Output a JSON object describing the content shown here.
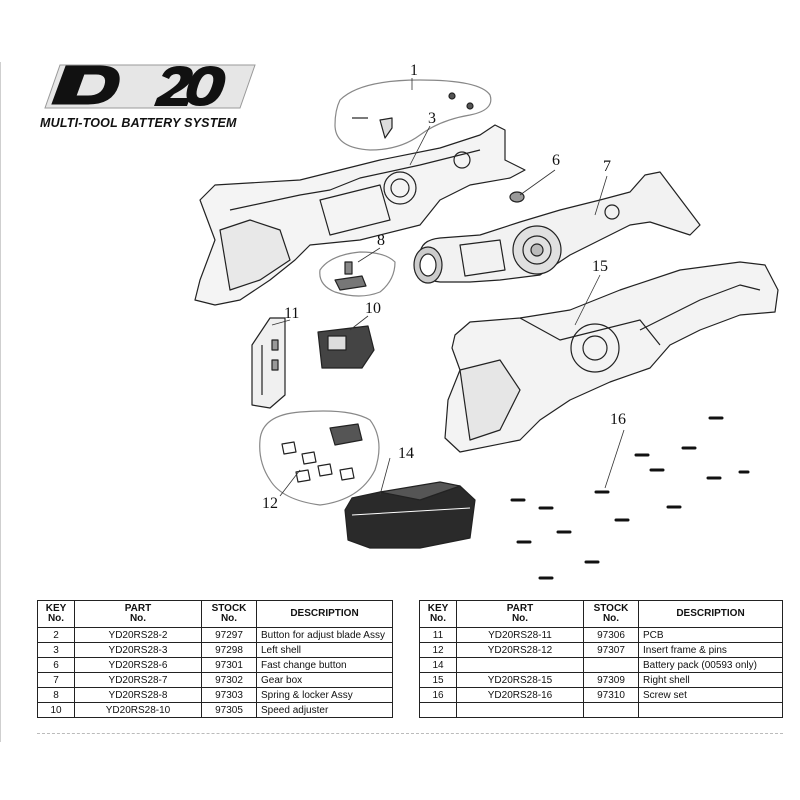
{
  "logo": {
    "mark": "D20",
    "tagline": "MULTI-TOOL BATTERY SYSTEM"
  },
  "callouts": [
    "1",
    "3",
    "6",
    "7",
    "8",
    "10",
    "11",
    "12",
    "14",
    "15",
    "16"
  ],
  "table_headers": {
    "key": "KEY No.",
    "part": "PART No.",
    "stock": "STOCK No.",
    "description": "DESCRIPTION"
  },
  "table_headers_lines": {
    "key_1": "KEY",
    "key_2": "No.",
    "part_1": "PART",
    "part_2": "No.",
    "stock_1": "STOCK",
    "stock_2": "No.",
    "desc": "DESCRIPTION"
  },
  "left_table": [
    {
      "key": "2",
      "part": "YD20RS28-2",
      "stock": "97297",
      "desc": "Button for adjust blade Assy"
    },
    {
      "key": "3",
      "part": "YD20RS28-3",
      "stock": "97298",
      "desc": "Left shell"
    },
    {
      "key": "6",
      "part": "YD20RS28-6",
      "stock": "97301",
      "desc": "Fast change button"
    },
    {
      "key": "7",
      "part": "YD20RS28-7",
      "stock": "97302",
      "desc": "Gear box"
    },
    {
      "key": "8",
      "part": "YD20RS28-8",
      "stock": "97303",
      "desc": "Spring & locker Assy"
    },
    {
      "key": "10",
      "part": "YD20RS28-10",
      "stock": "97305",
      "desc": "Speed adjuster"
    }
  ],
  "right_table": [
    {
      "key": "11",
      "part": "YD20RS28-11",
      "stock": "97306",
      "desc": "PCB"
    },
    {
      "key": "12",
      "part": "YD20RS28-12",
      "stock": "97307",
      "desc": "Insert frame & pins"
    },
    {
      "key": "14",
      "part": "",
      "stock": "",
      "desc": "Battery pack (00593 only)"
    },
    {
      "key": "15",
      "part": "YD20RS28-15",
      "stock": "97309",
      "desc": "Right shell"
    },
    {
      "key": "16",
      "part": "YD20RS28-16",
      "stock": "97310",
      "desc": "Screw set"
    },
    {
      "key": "",
      "part": "",
      "stock": "",
      "desc": ""
    }
  ]
}
